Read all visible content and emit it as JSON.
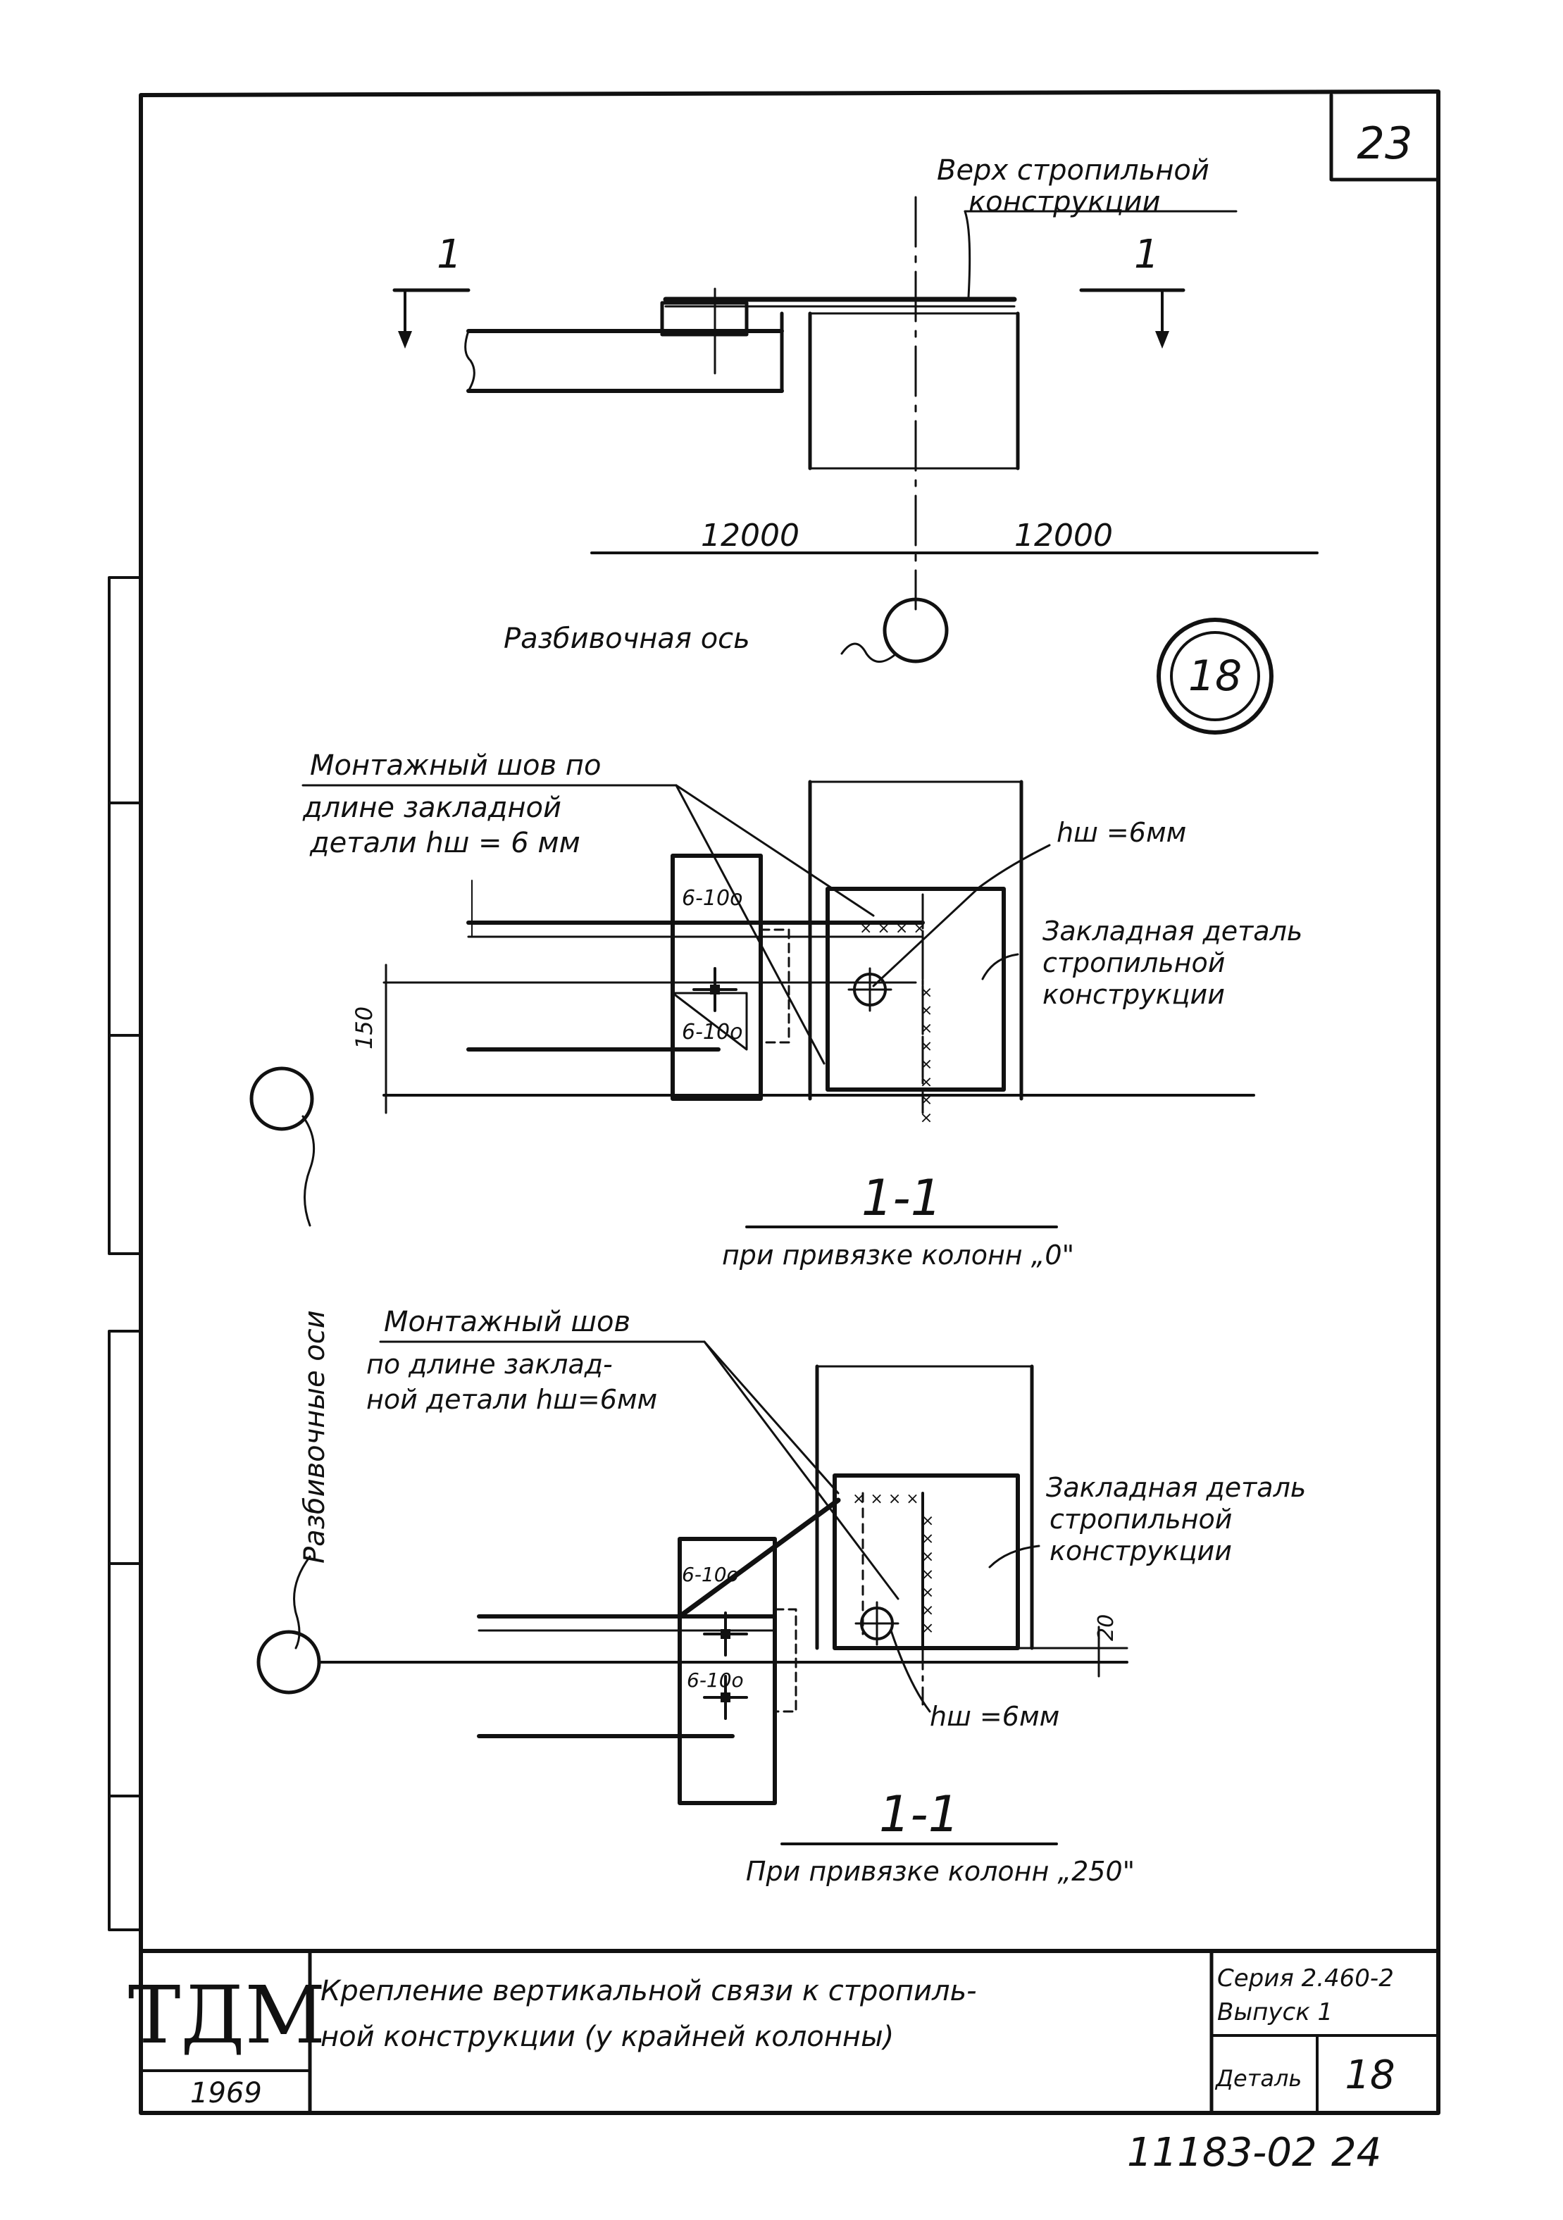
{
  "sheet": {
    "page_number": "23",
    "stamp_number": "11183-02",
    "stamp_page": "24"
  },
  "top_view": {
    "section_mark_left": "1",
    "section_mark_right": "1",
    "top_label_line1": "Верх стропильной",
    "top_label_line2": "конструкции",
    "dim_left": "12000",
    "dim_right": "12000",
    "axis_label": "Разбивочная ось"
  },
  "detail_circle": "18",
  "side_axis_label": "Разбивочные оси",
  "section_a": {
    "weld_label_line1": "Монтажный шов по",
    "weld_label_line2": "длине закладной",
    "weld_label_line3": "детали hш = 6 мм",
    "weld_right": "hш =6мм",
    "bolt_top": "6-10о",
    "bolt_bottom": "6-10о",
    "dim": "150",
    "embed_line1": "Закладная деталь",
    "embed_line2": "стропильной",
    "embed_line3": "конструкции",
    "title": "1-1",
    "subtitle": "при привязке колонн „0\""
  },
  "section_b": {
    "weld_label_line1": "Монтажный шов",
    "weld_label_line2": "по длине заклад-",
    "weld_label_line3": "ной детали hш=6мм",
    "bolt_top": "6-10о",
    "bolt_bottom": "6-10о",
    "dim": "20",
    "weld_bottom": "hш =6мм",
    "embed_line1": "Закладная деталь",
    "embed_line2": "стропильной",
    "embed_line3": "конструкции",
    "title": "1-1",
    "subtitle": "При привязке колонн „250\""
  },
  "title_block": {
    "logo": "ТДМ",
    "year": "1969",
    "title_line1": "Крепление вертикальной связи к стропиль-",
    "title_line2": "ной конструкции (у крайней колонны)",
    "series": "Серия 2.460-2",
    "issue": "Выпуск 1",
    "detail_label": "Деталь",
    "detail_value": "18"
  }
}
